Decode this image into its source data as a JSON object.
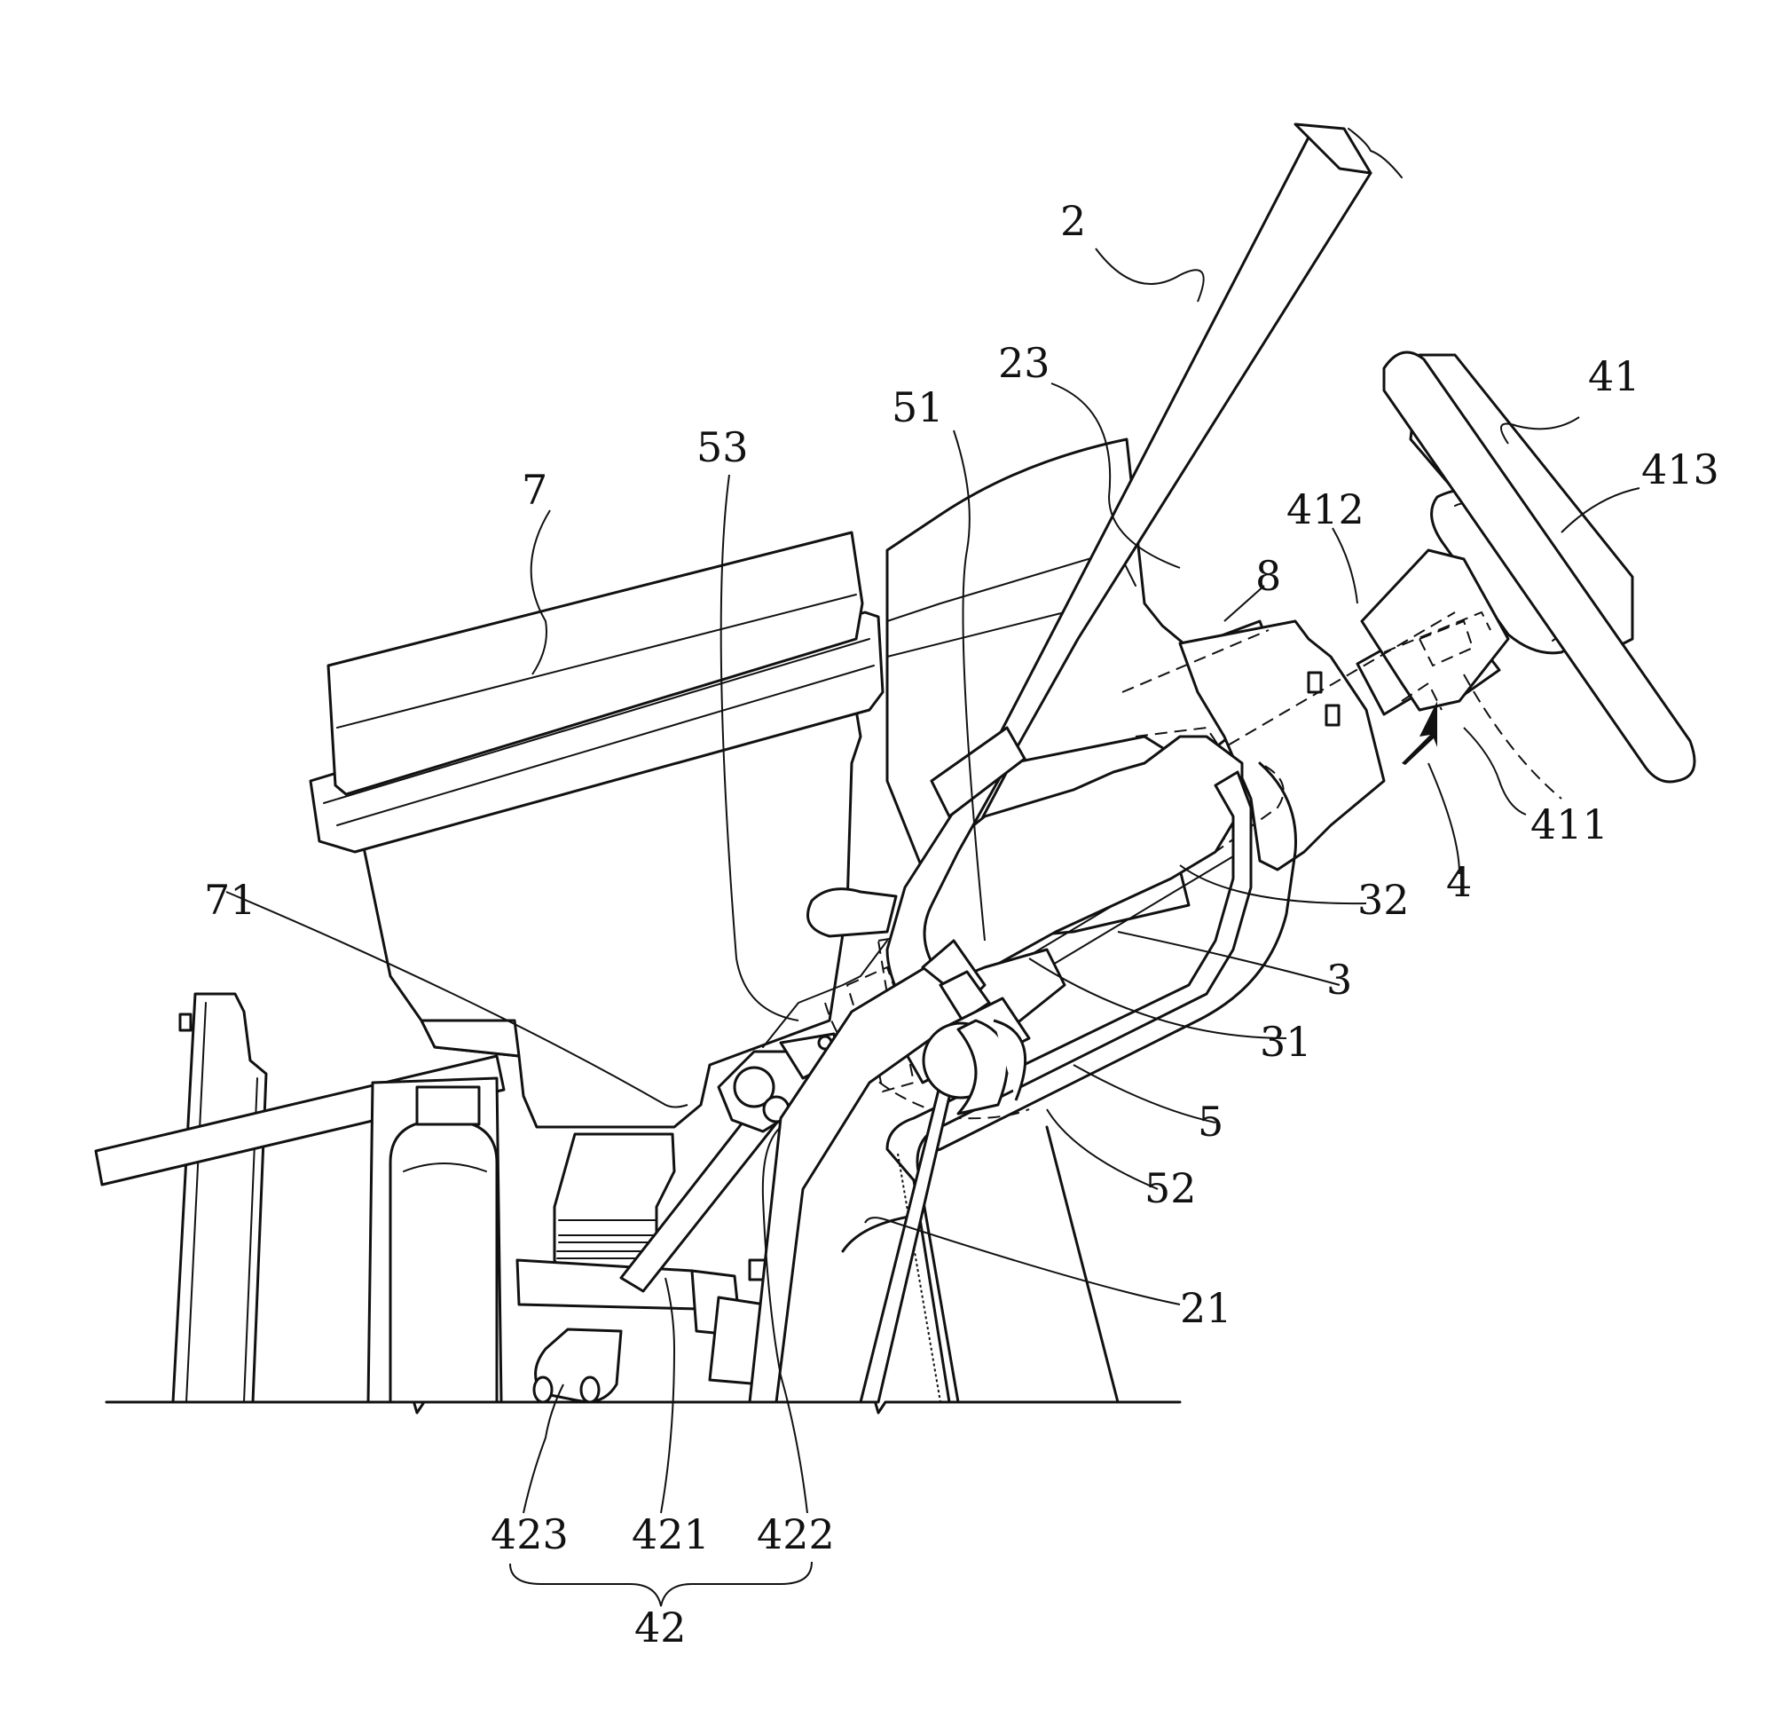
{
  "labels": {
    "l2": "2",
    "l23": "23",
    "l51": "51",
    "l53": "53",
    "l7": "7",
    "l8": "8",
    "l412": "412",
    "l41": "41",
    "l413": "413",
    "l411": "411",
    "l4": "4",
    "l32": "32",
    "l3": "3",
    "l31": "31",
    "l5": "5",
    "l52": "52",
    "l71": "71",
    "l21": "21",
    "l423": "423",
    "l421": "421",
    "l422": "422",
    "l42": "42"
  }
}
